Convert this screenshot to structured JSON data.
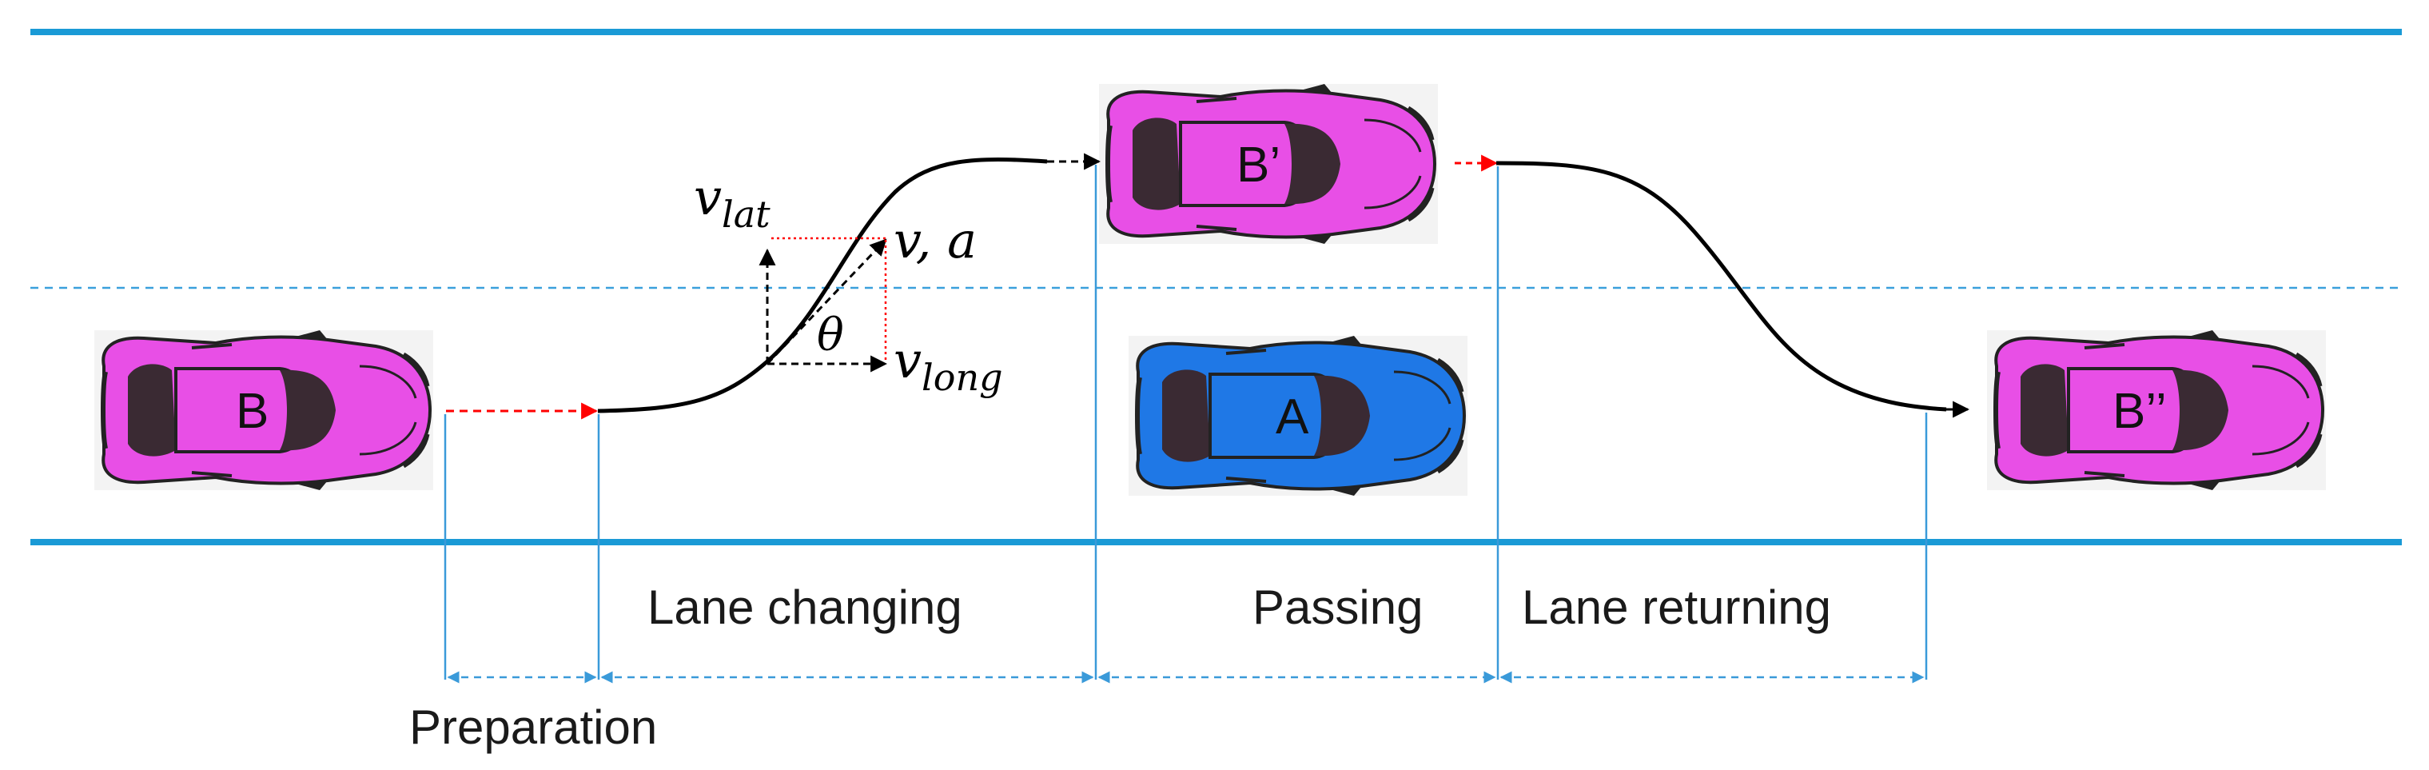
{
  "colors": {
    "road_edge": "#1a9ad6",
    "lane_divider": "#3aa0dc",
    "car_magenta": "#e84fe6",
    "car_blue": "#1f78e6",
    "car_glass": "#3a2a33",
    "path": "#000000",
    "red_dash": "#ff0000",
    "marker_blue": "#3a9ad9"
  },
  "cars": [
    {
      "id": "B",
      "label": "B"
    },
    {
      "id": "B-prime",
      "label": "B’"
    },
    {
      "id": "A",
      "label": "A"
    },
    {
      "id": "B-double-prime",
      "label": "B’’"
    }
  ],
  "phases": {
    "preparation": "Preparation",
    "lane_changing": "Lane changing",
    "passing": "Passing",
    "lane_returning": "Lane returning"
  },
  "vector_labels": {
    "v_lat_base": "v",
    "v_lat_sub": "lat",
    "v_a": "v, a",
    "theta": "θ",
    "v_long_base": "v",
    "v_long_sub": "long"
  }
}
